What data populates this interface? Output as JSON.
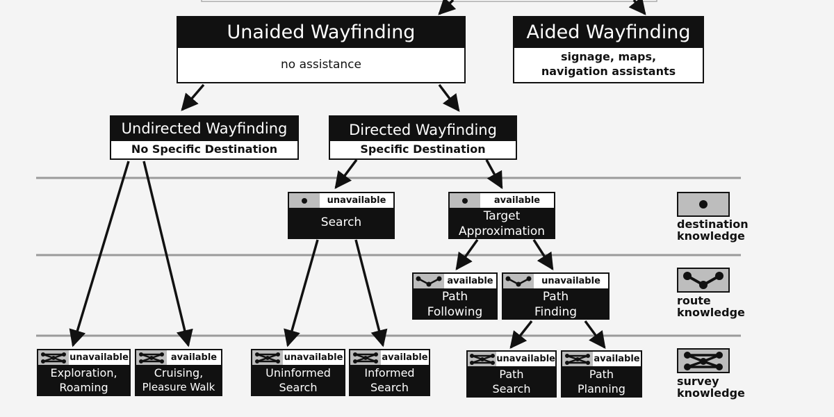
{
  "top": {
    "unaided": {
      "title": "Unaided Wayfinding",
      "subtitle": "no assistance"
    },
    "aided": {
      "title": "Aided Wayfinding",
      "subtitle_line1": "signage, maps,",
      "subtitle_line2": "navigation assistants"
    }
  },
  "mid": {
    "undirected": {
      "title": "Undirected Wayfinding",
      "subtitle": "No Specific Destination"
    },
    "directed": {
      "title": "Directed Wayfinding",
      "subtitle": "Specific Destination"
    }
  },
  "nodes": {
    "search": {
      "status": "unavailable",
      "line1": "Search"
    },
    "target": {
      "status": "available",
      "line1": "Target",
      "line2": "Approximation"
    },
    "path_following": {
      "status": "available",
      "line1": "Path",
      "line2": "Following"
    },
    "path_finding": {
      "status": "unavailable",
      "line1": "Path",
      "line2": "Finding"
    },
    "exploration": {
      "status": "unavailable",
      "line1": "Exploration,",
      "line2": "Roaming"
    },
    "cruising": {
      "status": "available",
      "line1": "Cruising,",
      "line2": "Pleasure Walk"
    },
    "uninformed": {
      "status": "unavailable",
      "line1": "Uninformed",
      "line2": "Search"
    },
    "informed": {
      "status": "available",
      "line1": "Informed",
      "line2": "Search"
    },
    "path_search": {
      "status": "unavailable",
      "line1": "Path",
      "line2": "Search"
    },
    "path_planning": {
      "status": "available",
      "line1": "Path",
      "line2": "Planning"
    }
  },
  "legend": {
    "destination": {
      "line1": "destination",
      "line2": "knowledge"
    },
    "route": {
      "line1": "route",
      "line2": "knowledge"
    },
    "survey": {
      "line1": "survey",
      "line2": "knowledge"
    }
  },
  "colors": {
    "ink": "#111111",
    "icon_fill": "#bdbdbd",
    "separator": "#9a9a9a",
    "background": "#f4f4f4"
  }
}
